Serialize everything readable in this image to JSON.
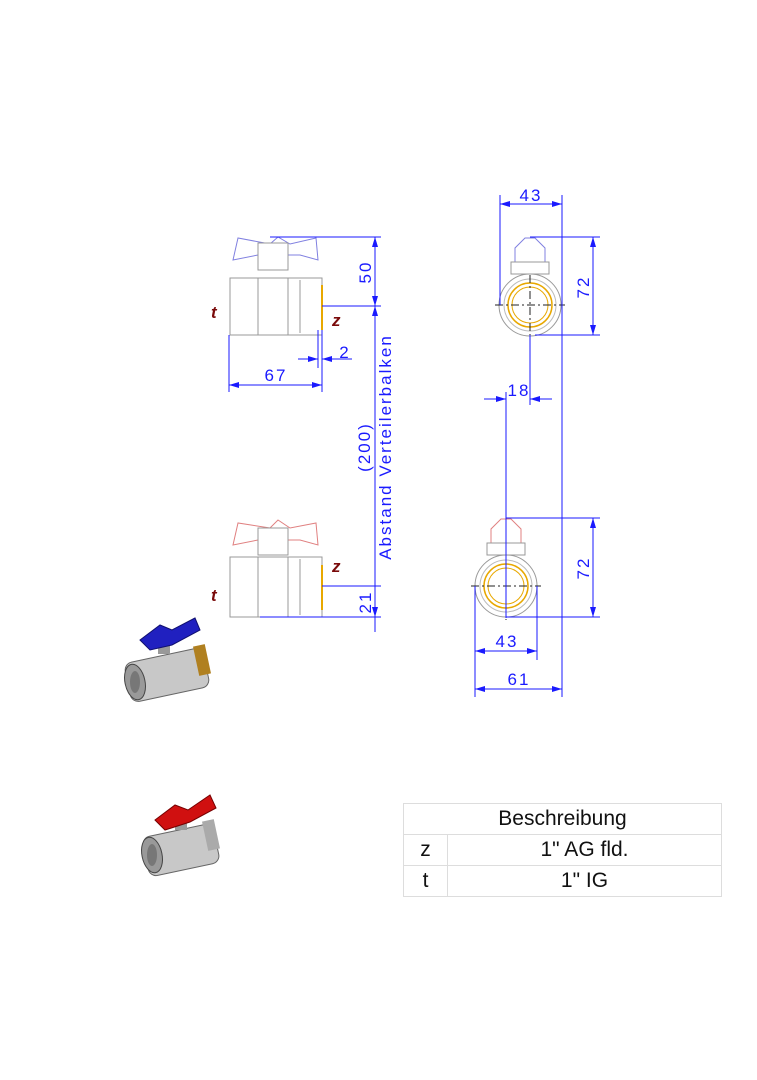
{
  "side_view": {
    "label_t_top": "t",
    "label_z_top": "z",
    "label_t_bottom": "t",
    "label_z_bottom": "z",
    "dim_handle_height": "50",
    "dim_thread": "2",
    "dim_length": "67",
    "dim_spacing": "(200)",
    "dim_spacing_label": "Abstand Verteilerbalken",
    "dim_bottom_offset": "21"
  },
  "front_view": {
    "dim_width_top": "43",
    "dim_height_top": "72",
    "dim_offset": "18",
    "dim_height_bottom": "72",
    "dim_width_bottom": "43",
    "dim_total_width": "61"
  },
  "colors": {
    "dimension": "#1a1aff",
    "label": "#7a0a0a",
    "blue_handle": "#2020c0",
    "red_handle": "#d01010",
    "thread": "#e8a800"
  },
  "table": {
    "header": "Beschreibung",
    "rows": [
      {
        "key": "z",
        "value": "1\" AG fld."
      },
      {
        "key": "t",
        "value": "1\" IG"
      }
    ]
  }
}
